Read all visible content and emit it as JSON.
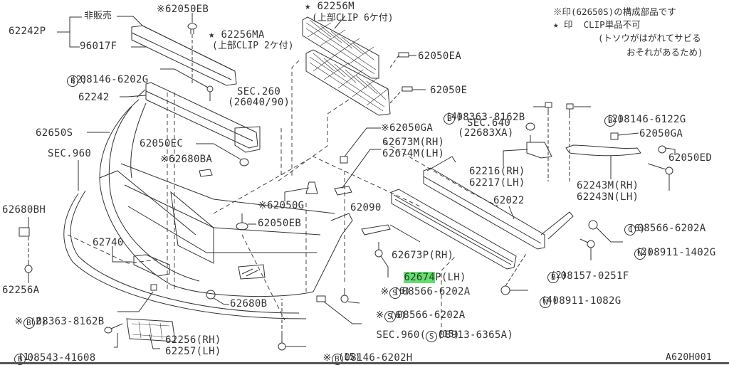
{
  "diagram_id": "A620H001",
  "notes": {
    "line1": "※印(62650S)の構成部品です",
    "line2": "★ 印  CLIP単品不可",
    "line3": "(トソウがはがれてサビる",
    "line4": "おそれがあるため)"
  },
  "parts": {
    "p62242P": "62242P",
    "hihanbai": "非販売",
    "p96017F": "96017F",
    "p62050EB_top": "※62050EB",
    "p62256MA": "★ 62256MA",
    "p62256MA_note": "(上部CLIP 2ケ付)",
    "p62256M": "★ 62256M",
    "p62256M_note": "(上部CLIP 6ケ付)",
    "p62050EA": "62050EA",
    "p08146_6202G": "08146-6202G",
    "p08146_6202G_qty": "(2)",
    "p62242": "62242",
    "sec260": "SEC.260",
    "sec260_ref": "(26040/90)",
    "p62050E": "62050E",
    "p08363_8162B_r": "08363-8162B",
    "p08363_8162B_r_qty": "(4)",
    "p08146_6122G": "08146-6122G",
    "p08146_6122G_qty": "(2)",
    "p62650S": "62650S",
    "sec640": "SEC.640",
    "sec640_ref": "(22683XA)",
    "p62050GA_mid": "※62050GA",
    "p62050GA_right": "62050GA",
    "sec960_left": "SEC.960",
    "p62050EC": "62050EC",
    "p62673M": "62673M(RH)",
    "p62674M": "62674M(LH)",
    "p62050ED": "62050ED",
    "p62680BA": "※62680BA",
    "p62216": "62216(RH)",
    "p62217": "62217(LH)",
    "p62243M": "62243M(RH)",
    "p62243N": "62243N(LH)",
    "p62022": "62022",
    "p62050G": "※62050G",
    "p62680BH": "62680BH",
    "p62090": "62090",
    "p08566_6202A_c": "08566-6202A",
    "p08566_6202A_c_qty": "(6)",
    "p62050EB": "62050EB",
    "p08911_1402G": "08911-1402G",
    "p08911_1402G_qty": "(2)",
    "p62740": "62740",
    "p62673P": "62673P(RH)",
    "p62674P_hl": "62674",
    "p62674P_rest": "P(LH)",
    "p08157_0251F": "08157-0251F",
    "p08157_0251F_qty": "(2)",
    "p62256A": "62256A",
    "p08566_6202A_s1": "08566-6202A",
    "p08566_6202A_s1_qty": "(6)",
    "p08911_1082G": "08911-1082G",
    "p08911_1082G_qty": "(4)",
    "p08363_8162B_l": "08363-8162B",
    "p08363_8162B_l_qty": "(2)",
    "p62680B": "62680B",
    "p08566_6202A_s2": "08566-6202A",
    "p08566_6202A_s2_qty": "(6)",
    "sec960_bottom": "SEC.960(",
    "p08913_6365A": "08913-6365A)",
    "p08913_6365A_qty": "(15)",
    "p08543_41608": "08543-41608",
    "p08543_41608_qty": "(1)",
    "p62256": "62256(RH)",
    "p62257": "62257(LH)",
    "p08146_6202H": "08146-6202H",
    "p08146_6202H_qty": "(15)"
  },
  "symbols": {
    "bolt": "B",
    "screw": "S",
    "clip": "C",
    "nut": "N",
    "mark": "※"
  },
  "highlight_color": "#62e06e"
}
